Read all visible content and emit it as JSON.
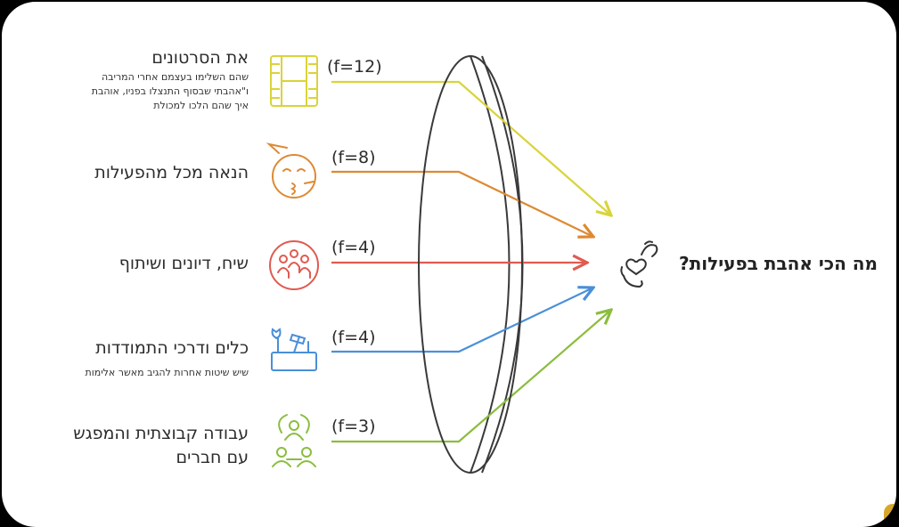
{
  "diagram": {
    "target": {
      "label": "מה הכי אהבת בפעילות?",
      "icon": "heart-hands-icon"
    },
    "categories": [
      {
        "id": "videos",
        "title": "את הסרטונים",
        "description": [
          "שהם השלימו בעצמם אחרי המריבה",
          "ו\"אהבתי שבסוף התנצלו בפניו, אוהבת",
          "איך שהם הלכו למכולת"
        ],
        "frequency_label": "(f=12)",
        "frequency": 12,
        "color": "#d9d43a",
        "icon": "film-strip-icon"
      },
      {
        "id": "enjoyment",
        "title": "הנאה מכל מהפעילות",
        "description": [],
        "frequency_label": "(f=8)",
        "frequency": 8,
        "color": "#dd8a34",
        "icon": "party-face-icon"
      },
      {
        "id": "discussion",
        "title": "שיח, דיונים ושיתוף",
        "description": [],
        "frequency_label": "(f=4)",
        "frequency": 4,
        "color": "#e05a50",
        "icon": "group-discussion-icon"
      },
      {
        "id": "coping",
        "title": "כלים ודרכי התמודדות",
        "description": [
          "שיש שיטות אחרות להגיב מאשר אלימות"
        ],
        "frequency_label": "(f=4)",
        "frequency": 4,
        "color": "#4a8fd9",
        "icon": "toolbox-icon"
      },
      {
        "id": "groupwork",
        "title": "עבודה קבוצתית והמפגש",
        "title_line2": "עם חברים",
        "description": [],
        "frequency_label": "(f=3)",
        "frequency": 3,
        "color": "#8bbd3e",
        "icon": "people-connect-icon"
      }
    ]
  }
}
